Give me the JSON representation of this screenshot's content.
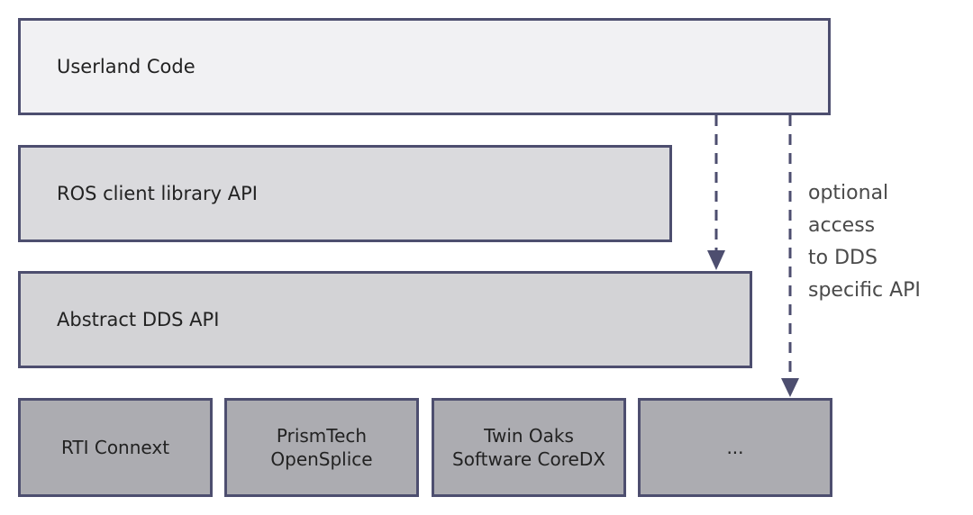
{
  "layers": {
    "userland": "Userland Code",
    "ros_client_library": "ROS client library API",
    "abstract_dds": "Abstract DDS API"
  },
  "implementations": [
    "RTI Connext",
    "PrismTech\nOpenSplice",
    "Twin Oaks\nSoftware CoreDX",
    "..."
  ],
  "annotation": "optional\naccess\nto DDS\nspecific API",
  "colors": {
    "border": "#4d4e6f",
    "userland_fill": "#f1f1f3",
    "rcl_fill": "#dadadd",
    "dds_fill": "#d3d3d6",
    "impl_fill": "#acacb1",
    "arrow": "#4d4e6f"
  }
}
